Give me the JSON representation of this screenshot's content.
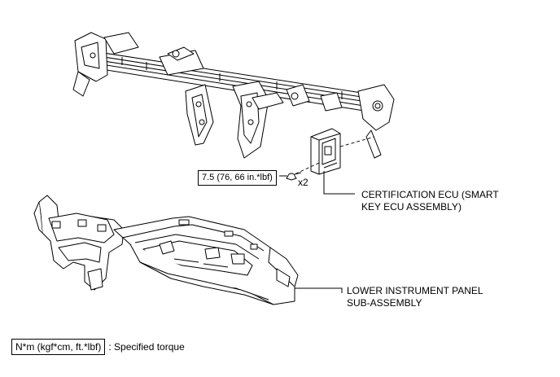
{
  "torque_callout": "7.5 (76, 66 in.*lbf)",
  "quantity_mark": "x2",
  "part_labels": {
    "ecu_line1": "CERTIFICATION ECU (SMART",
    "ecu_line2": "KEY ECU ASSEMBLY)",
    "panel_line1": "LOWER INSTRUMENT PANEL",
    "panel_line2": "SUB-ASSEMBLY"
  },
  "legend": {
    "unit": "N*m (kgf*cm, ft.*lbf)",
    "text": ": Specified torque"
  }
}
